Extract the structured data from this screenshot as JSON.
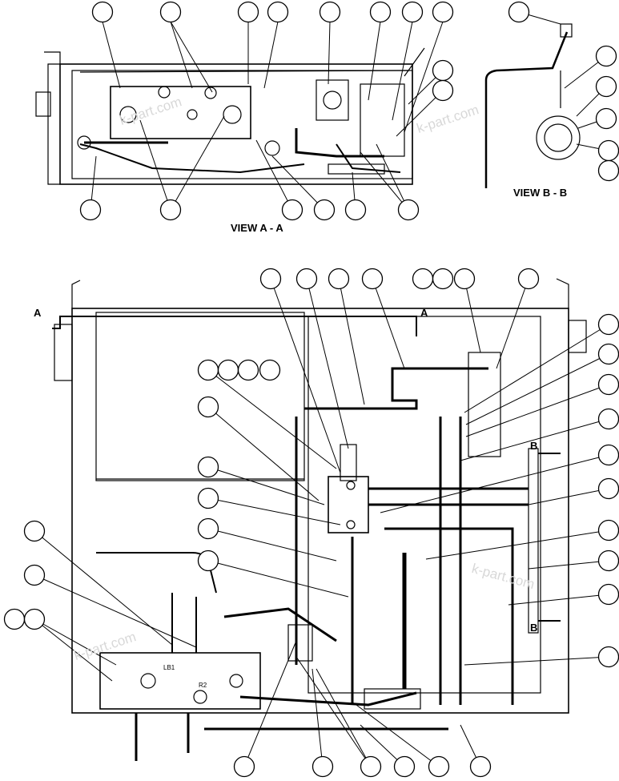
{
  "labels": {
    "view_a": "VIEW A - A",
    "view_b": "VIEW B - B",
    "section_a": "A",
    "section_b": "B"
  },
  "watermark": "k-part.com",
  "valve_marks": {
    "lb1": "LB1",
    "r2": "R2"
  },
  "colors": {
    "line": "#000000",
    "balloon_fill": "#ffffff",
    "background": "#ffffff",
    "watermark": "#d8d8d8"
  }
}
